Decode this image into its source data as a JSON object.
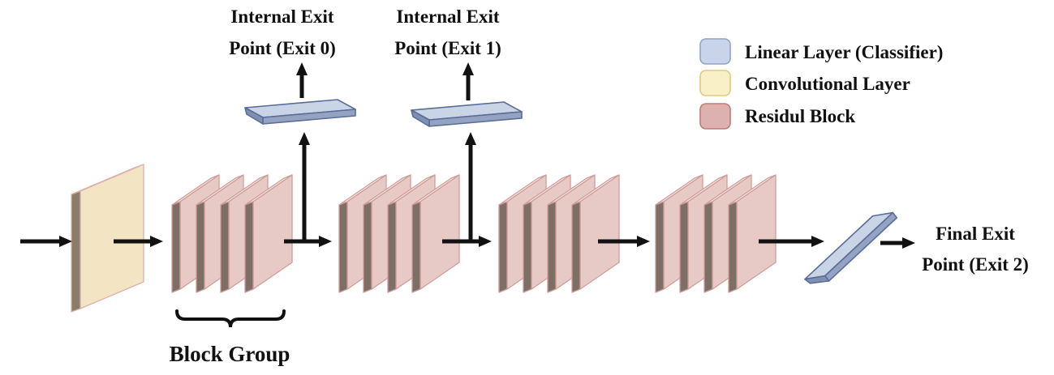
{
  "title": "Early-exit neural network architecture diagram",
  "labels": {
    "exit0_line1": "Internal Exit",
    "exit0_line2": "Point (Exit 0)",
    "exit1_line1": "Internal Exit",
    "exit1_line2": "Point (Exit 1)",
    "final_line1": "Final Exit",
    "final_line2": "Point (Exit 2)",
    "block_group": "Block Group"
  },
  "legend": {
    "items": [
      {
        "label": "Linear Layer (Classifier)",
        "fill": "#c9d3ea",
        "border": "#90a5cc"
      },
      {
        "label": "Convolutional Layer",
        "fill": "#faf0c8",
        "border": "#dfca7d"
      },
      {
        "label": "Residul Block",
        "fill": "#ddb1af",
        "border": "#c27b78"
      }
    ]
  },
  "colors": {
    "classifier_top": "#c9d4e6",
    "classifier_front": "#94a3c2",
    "classifier_cap": "#7e90b4",
    "conv_face": "#f3e5c3",
    "conv_top": "#f8efd8",
    "conv_dark": "#877d68",
    "residual_face": "#e7cac6",
    "residual_top": "#f8e8e5",
    "residual_dark": "#7d6f66",
    "arrow": "#111111"
  },
  "structure": {
    "block_groups": 4,
    "blocks_per_group": 4,
    "internal_exits": 2,
    "final_exits": 1
  }
}
